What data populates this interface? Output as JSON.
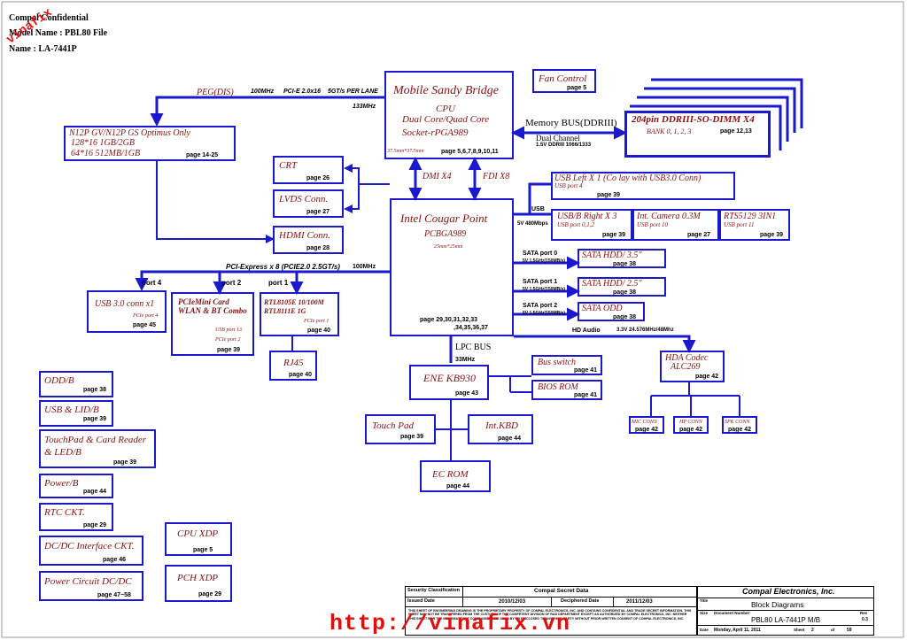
{
  "header": {
    "line1": "Compal Confidential",
    "line2": "Model Name : PBL80 File",
    "line3": "Name : LA-7441P"
  },
  "watermark": {
    "corner": "vinafix",
    "bottom": "http://vinafix.vn",
    "color": "#e01010"
  },
  "colors": {
    "wire": "#1a1acc",
    "label": "#8b1010"
  },
  "cpu": {
    "title": "Mobile  Sandy Bridge",
    "l1": "CPU",
    "l2": "Dual Core/Quad Core",
    "l3": "Socket-rPGA989",
    "size": "37.5mm*37.5mm",
    "page": "page 5,6,7,8,9,10,11"
  },
  "fan": {
    "title": "Fan Control",
    "page": "page 5"
  },
  "mem": {
    "bus": "Memory BUS(DDRIII)",
    "channel": "Dual Channel",
    "spec": "1.5V DDRIII 1066/1333",
    "title": "204pin DDRIII-SO-DIMM X4",
    "bank": "BANK 0, 1, 2, 3",
    "page": "page 12,13"
  },
  "peg": {
    "label": "PEG(DIS)",
    "freq": "100MHz",
    "pcie": "PCI-E 2.0x16",
    "rate": "5GT/s PER LANE",
    "clk": "133MHz"
  },
  "gpu": {
    "l1": "N12P GV/N12P GS  Optimus Only",
    "l2": "128*16 1GB/2GB",
    "l3": "64*16 512MB/1GB",
    "page": "page 14-25"
  },
  "crt": {
    "title": "CRT",
    "page": "page 26"
  },
  "lvds": {
    "title": "LVDS Conn.",
    "page": "page 27"
  },
  "hdmi": {
    "title": "HDMI Conn.",
    "page": "page 28"
  },
  "dmi": "DMI X4",
  "fdi": "FDI X8",
  "pch": {
    "title": "Intel Cougar Point",
    "pkg": "PCBGA989",
    "size": "25mm*25mm",
    "page1": "page  29,30,31,32,33",
    "page2": ",34,35,36,37"
  },
  "usb": {
    "label": "USB",
    "speed": "5V 480Mbps",
    "left": {
      "title": "USB Left X 1 (Co lay with USB3.0 Conn)",
      "port": "USB port 4",
      "page": "page 39"
    },
    "right": {
      "title": "USB/B Right X 3",
      "port": "USB port 0,1,2",
      "page": "page 39"
    },
    "cam": {
      "title": "Int. Camera 0.3M",
      "port": "USB port 10",
      "page": "page 27"
    },
    "rts": {
      "title": "RTS5129 3IN1",
      "port": "USB port 11",
      "page": "page 39"
    }
  },
  "sata": {
    "p0": {
      "label": "SATA port 0",
      "speed": "5V 1.5GHz(150MB/s)",
      "title": "SATA HDD/ 3.5\"",
      "page": "page 38"
    },
    "p1": {
      "label": "SATA port 1",
      "speed": "5V 1.5GHz(150MB/s)",
      "title": "SATA HDD/ 2.5\"",
      "page": "page 38"
    },
    "p2": {
      "label": "SATA port 2",
      "speed": "5V 1.5GHz(150MB/s)",
      "title": "SATA ODD",
      "page": "page 38"
    }
  },
  "hda": {
    "label": "HD Audio",
    "spec": "3.3V 24.576MHz/48Mhz",
    "title": "HDA Codec",
    "chip": "ALC269",
    "page": "page 42",
    "mic": {
      "title": "MIC CONN",
      "page": "page 42"
    },
    "hp": {
      "title": "HP CONN",
      "page": "page 42"
    },
    "spk": {
      "title": "SPK CONN",
      "page": "page 42"
    }
  },
  "pcie": {
    "label": "PCI-Express x 8  (PCIE2.0 2.5GT/s)",
    "freq": "100MHz",
    "port4": "port 4",
    "port2": "port 2",
    "port1": "port 1"
  },
  "usb3": {
    "title": "USB 3.0 conn x1",
    "port": "PCIe port 4",
    "page": "page 45"
  },
  "minicard": {
    "l1": "PCIeMini Card",
    "l2": "WLAN & BT Combo",
    "usb": "USB port 13",
    "pcie": "PCIe port 2",
    "page": "page 39"
  },
  "lan": {
    "l1": "RTL8105E 10/100M",
    "l2": "RTL8111E 1G",
    "pcie": "PCIe port 1",
    "page": "page 40"
  },
  "rj45": {
    "title": "RJ45",
    "page": "page 40"
  },
  "lpc": {
    "label": "LPC BUS",
    "freq": "33MHz"
  },
  "ene": {
    "title": "ENE KB930",
    "page": "page 43"
  },
  "busswitch": {
    "title": "Bus switch",
    "page": "page 41"
  },
  "bios": {
    "title": "BIOS ROM",
    "page": "page 41"
  },
  "touchpad": {
    "title": "Touch Pad",
    "page": "page 39"
  },
  "kbd": {
    "title": "Int.KBD",
    "page": "page 44"
  },
  "ecrom": {
    "title": "EC ROM",
    "page": "page 44"
  },
  "left": [
    {
      "title": "ODD/B",
      "page": "page 38"
    },
    {
      "title": "USB & LID/B",
      "page": "page 39"
    },
    {
      "title": "TouchPad & Card Reader",
      "title2": "& LED/B",
      "page": "page 39"
    },
    {
      "title": "Power/B",
      "page": "page 44"
    },
    {
      "title": "RTC CKT.",
      "page": "page 29"
    },
    {
      "title": "DC/DC Interface CKT.",
      "page": "page 46"
    },
    {
      "title": "Power Circuit DC/DC",
      "page": "page 47~58"
    }
  ],
  "xdp": {
    "cpu": "CPU XDP",
    "cpu_page": "page 5",
    "pch": "PCH XDP",
    "pch_page": "page 29"
  },
  "titleblock": {
    "sec_label": "Security Classification",
    "sec_value": "Compal Secret Data",
    "issued_label": "Issued Date",
    "issued_value": "2010/12/03",
    "decipher_label": "Deciphered Date",
    "decipher_value": "2011/12/03",
    "notice": "THIS SHEET OF ENGINEERING DRAWING IS THE PROPRIETARY PROPERTY OF COMPAL ELECTRONICS, INC. AND CONTAINS CONFIDENTIAL AND TRADE SECRET INFORMATION. THIS SHEET MAY NOT BE TRANSFERED FROM THE CUSTODY OF THE COMPETENT DIVISION OF R&D DEPARTMENT EXCEPT AS AUTHORIZED BY COMPAL ELECTRONICS, INC. NEITHER THIS SHEET NOR THE INFORMATION IT CONTAINS MAY BE USED BY OR DISCLOSED TO ANY THIRD PARTY WITHOUT PRIOR WRITTEN CONSENT OF COMPAL ELECTRONICS, INC.",
    "company": "Compal Electronics, Inc.",
    "title_label": "Title",
    "title_value": "Block Diagrams",
    "size_label": "Size",
    "docnum_label": "Document Number",
    "docnum_value": "PBL80 LA-7441P M/B",
    "rev_label": "Rev",
    "rev_value": "0.3",
    "date_label": "Date",
    "date_value": "Monday, April 11, 2011",
    "sheet_label": "Sheet",
    "sheet_value": "2",
    "of_label": "of",
    "of_value": "59"
  }
}
